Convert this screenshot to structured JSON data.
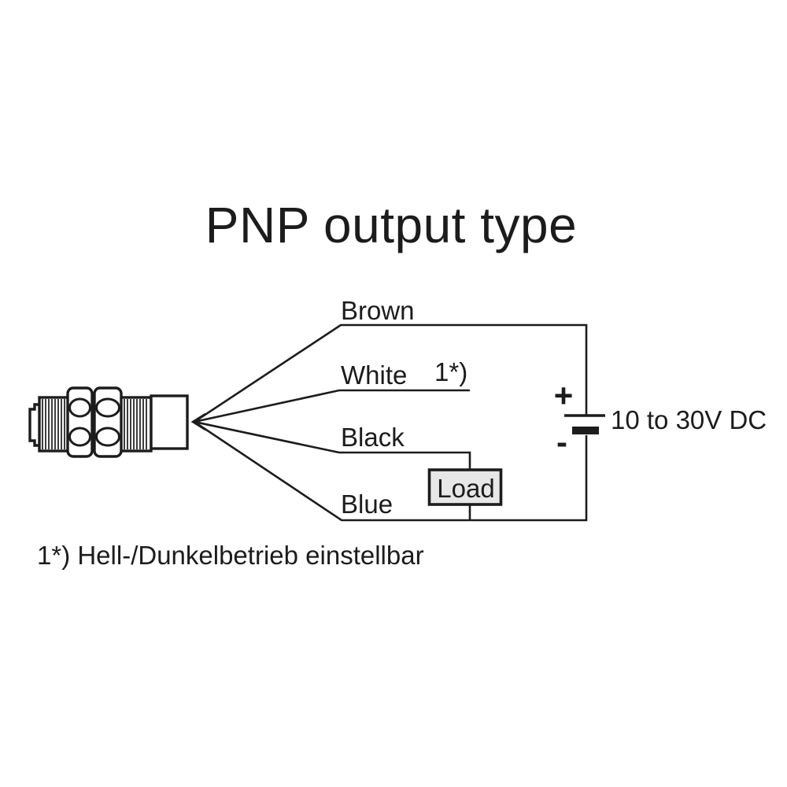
{
  "title": "PNP output type",
  "footnote": "1*) Hell-/Dunkelbetrieb einstellbar",
  "diagram": {
    "wires": {
      "brown": "Brown",
      "white": "White",
      "white_note": "1*)",
      "black": "Black",
      "blue": "Blue"
    },
    "load": {
      "label": "Load"
    },
    "battery": {
      "plus": "+",
      "minus": "-",
      "voltage": "10 to 30V DC"
    },
    "icons": {
      "sensor": "threaded-barrel-sensor"
    }
  },
  "colors": {
    "line": "#1c1c1c",
    "load_fill": "#e7e7e7",
    "background": "#ffffff"
  }
}
